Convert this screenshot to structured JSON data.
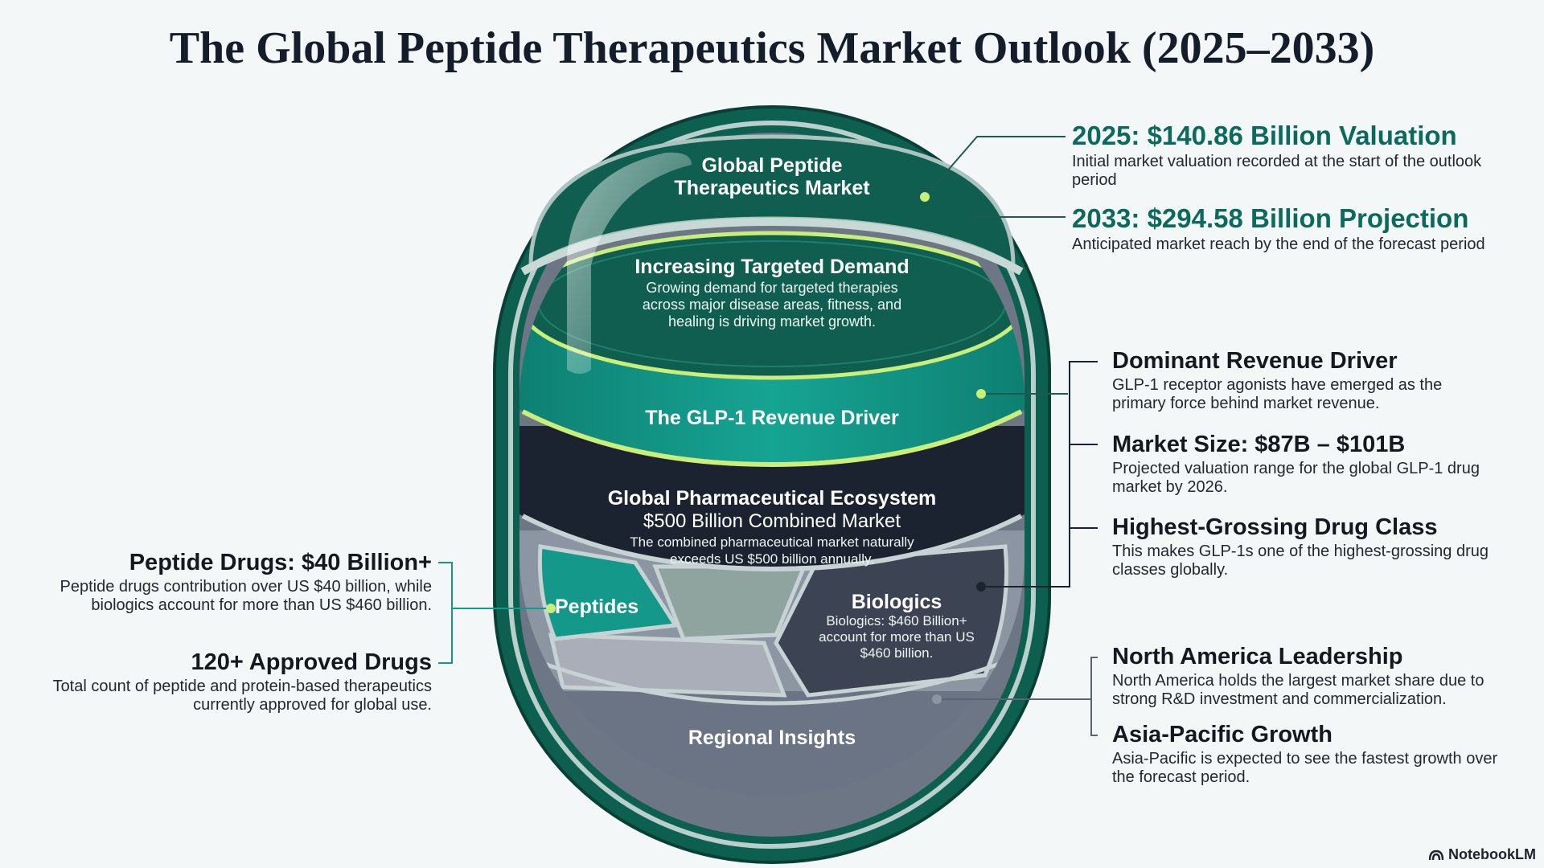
{
  "title": "The Global Peptide Therapeutics Market Outlook (2025–2033)",
  "vessel": {
    "cap_title": "Global Peptide Therapeutics Market",
    "demand_title": "Increasing Targeted Demand",
    "demand_text": "Growing demand for targeted therapies across major disease areas, fitness, and healing is driving market growth.",
    "glp1_title": "The GLP-1 Revenue Driver",
    "pharma_title": "Global Pharmaceutical Ecosystem",
    "pharma_sub": "$500 Billion Combined Market",
    "pharma_text": "The combined pharmaceutical market naturally exceeds US $500 billion annually.",
    "peptides_label": "Peptides",
    "biologics_title": "Biologics",
    "biologics_text": "Biologics: $460 Billion+ account for more than US $460 billion.",
    "regional_title": "Regional Insights"
  },
  "annotations": {
    "val_2025": {
      "heading": "2025: $140.86 Billion Valuation",
      "text": "Initial market valuation recorded at the start of the outlook period"
    },
    "proj_2033": {
      "heading": "2033: $294.58 Billion Projection",
      "text": "Anticipated market reach by the end of the forecast period"
    },
    "dominant": {
      "heading": "Dominant Revenue Driver",
      "text": "GLP-1 receptor agonists have emerged as the primary force behind market revenue."
    },
    "market_size": {
      "heading": "Market Size: $87B – $101B",
      "text": "Projected valuation range for the global GLP-1 drug market by 2026."
    },
    "highest": {
      "heading": "Highest-Grossing Drug Class",
      "text": "This makes GLP-1s one of the highest-grossing drug classes globally."
    },
    "north_america": {
      "heading": "North America Leadership",
      "text": "North America holds the largest market share due to strong R&D investment and commercialization."
    },
    "asia_pacific": {
      "heading": "Asia-Pacific Growth",
      "text": "Asia-Pacific is expected to see the fastest growth over the forecast period."
    },
    "peptide_drugs": {
      "heading": "Peptide Drugs: $40 Billion+",
      "text": "Peptide drugs contribution over US $40 billion, while biologics account for more than US $460 billion."
    },
    "approved": {
      "heading": "120+ Approved Drugs",
      "text": "Total count of peptide and protein-based therapeutics currently approved for global use."
    }
  },
  "brand": "NotebookLM",
  "colors": {
    "dark_green": "#0f5e4f",
    "teal": "#12998a",
    "lime": "#c9ef7a",
    "navy": "#1b2230",
    "slate": "#5b6474",
    "accent_text": "#0b6a5b"
  }
}
